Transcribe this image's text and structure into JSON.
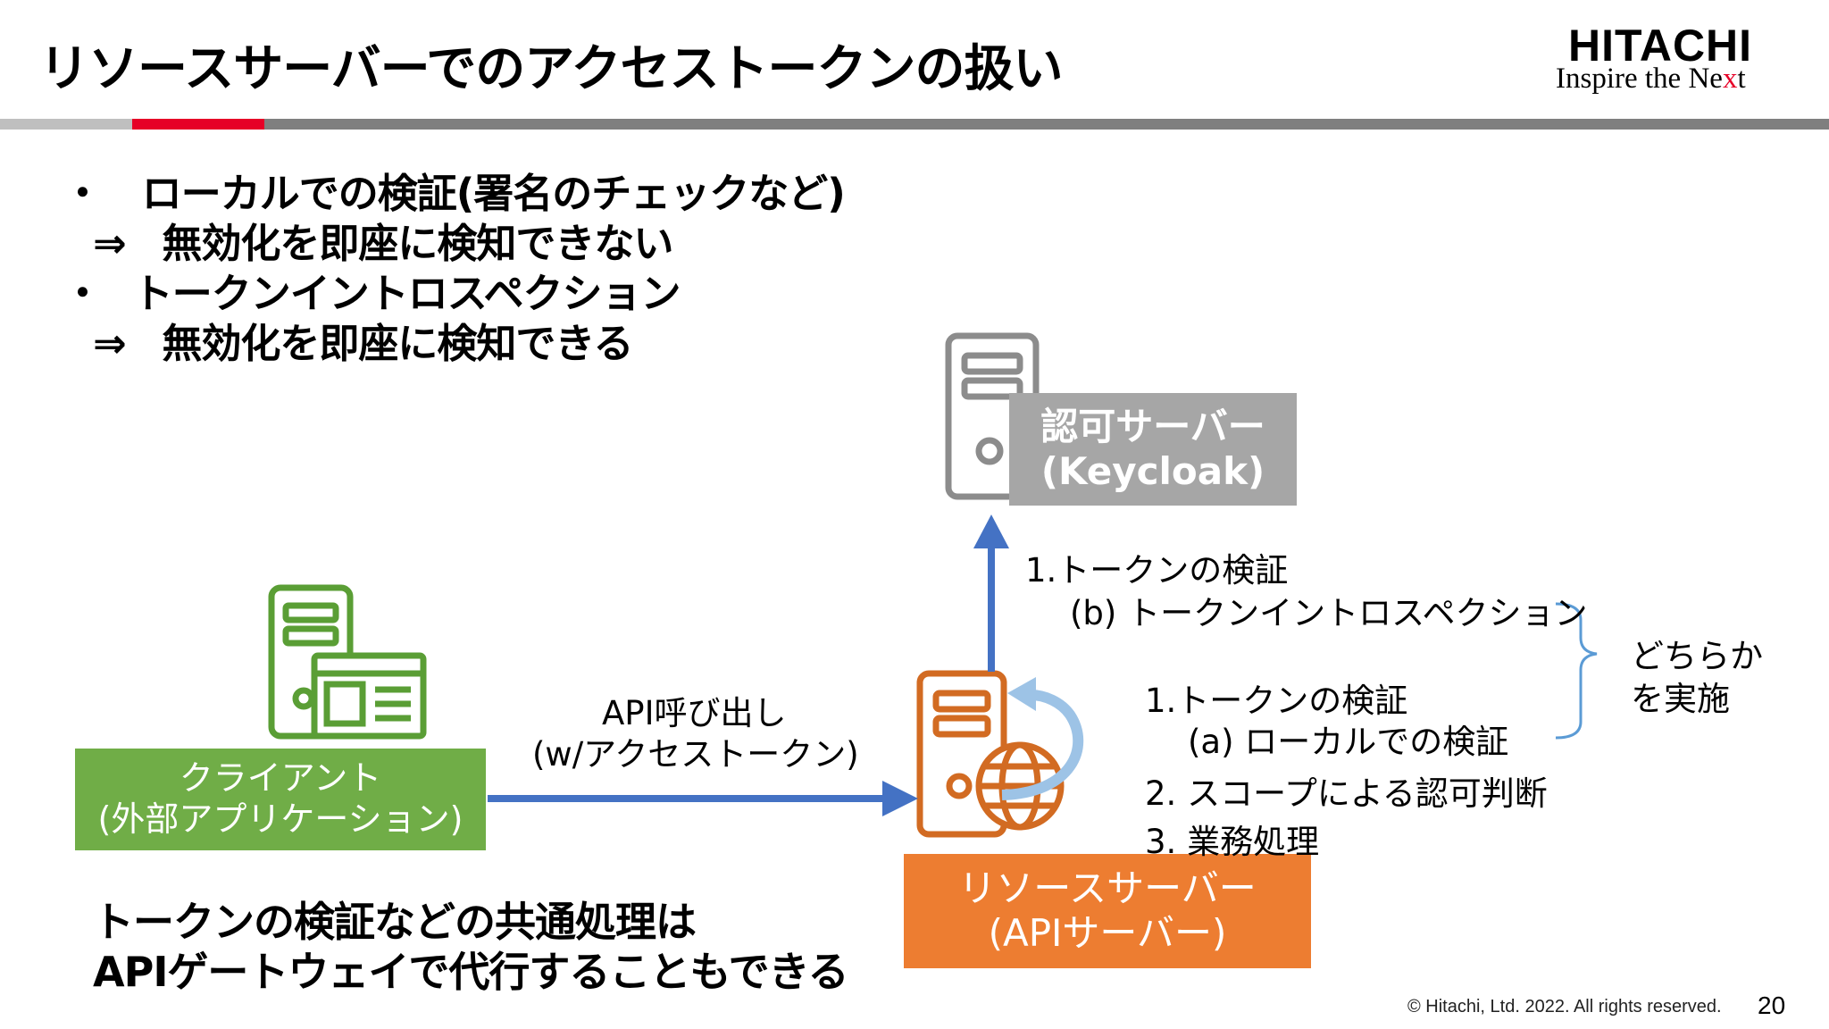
{
  "header": {
    "title": "リソースサーバーでのアクセストークンの扱い",
    "logo_main": "HITACHI",
    "logo_sub_prefix": "Inspire the Ne",
    "logo_sub_x": "x",
    "logo_sub_suffix": "t"
  },
  "bullets": [
    {
      "marker": "・",
      "text": "ローカルでの検証(署名のチェックなど)",
      "arrow": "⇒",
      "result": "無効化を即座に検知できない"
    },
    {
      "marker": "・",
      "text": "トークンイントロスペクション",
      "arrow": "⇒",
      "result": "無効化を即座に検知できる"
    }
  ],
  "auth_server": {
    "line1": "認可サーバー",
    "line2": "(Keycloak)"
  },
  "client": {
    "line1": "クライアント",
    "line2": "(外部アプリケーション)"
  },
  "resource_server": {
    "line1": "リソースサーバー",
    "line2": "(APIサーバー)"
  },
  "api_call": {
    "line1": "API呼び出し",
    "line2": "(w/アクセストークン)"
  },
  "steps": {
    "step1b_title": "1.トークンの検証",
    "step1b_detail": "(b) トークンイントロスペクション",
    "step1a_title": "1.トークンの検証",
    "step1a_detail": "(a) ローカルでの検証",
    "step2": "2. スコープによる認可判断",
    "step3": "3. 業務処理",
    "either_line1": "どちらか",
    "either_line2": "を実施"
  },
  "note": {
    "line1": "トークンの検証などの共通処理は",
    "line2": "APIゲートウェイで代行することもできる"
  },
  "footer": {
    "copyright": "© Hitachi, Ltd. 2022. All rights reserved.",
    "page_number": "20"
  },
  "colors": {
    "red": "#e60027",
    "grey_box": "#a6a6a6",
    "green": "#70ad47",
    "orange": "#ed7d31",
    "blue_arrow": "#4472c4"
  }
}
